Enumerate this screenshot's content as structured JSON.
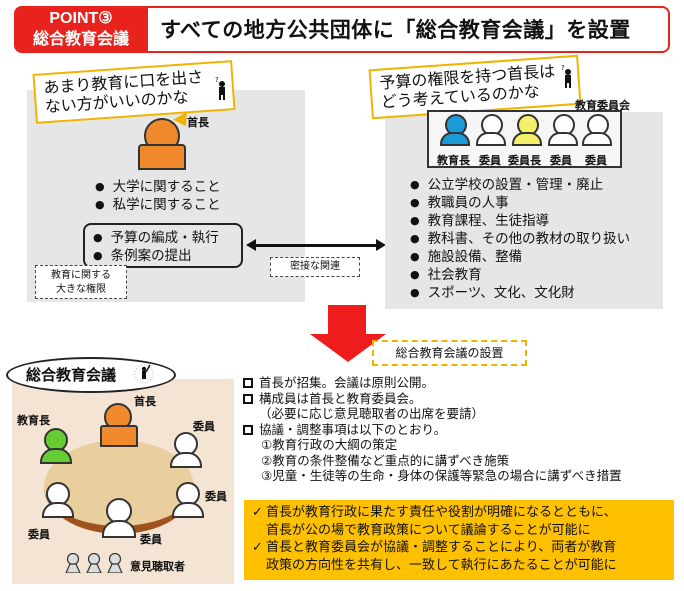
{
  "header": {
    "badge_line1": "POINT③",
    "badge_line2": "総合教育会議",
    "title": "すべての地方公共団体に「総合教育会議」を設置"
  },
  "colors": {
    "accent_red": "#e8231d",
    "bubble_border": "#f0b400",
    "panel_gray": "#e6e6e6",
    "result_bg": "#ffc000",
    "conference_bg": "#f4e4d4",
    "mayor_orange": "#f08a2c",
    "superintendent_blue": "#1a9ad6",
    "chair_yellow": "#f2ef6a",
    "superintendent_green": "#66cc33"
  },
  "left_panel": {
    "bubble_line1": "あまり教育に口を出さ",
    "bubble_line2": "ない方がいいのかな",
    "figure_label": "首長",
    "bullets": [
      "大学に関すること",
      "私学に関すること"
    ],
    "budget_bullets": [
      "予算の編成・執行",
      "条例案の提出"
    ],
    "power_note_line1": "教育に関する",
    "power_note_line2": "大きな権限"
  },
  "relation": {
    "label": "密接な関連"
  },
  "right_panel": {
    "bubble_line1": "予算の権限を持つ首長は",
    "bubble_line2": "どう考えているのかな",
    "board_title": "教育委員会",
    "members": [
      {
        "label": "教育長",
        "color": "#1a9ad6"
      },
      {
        "label": "委員",
        "color": "#ffffff"
      },
      {
        "label": "委員長",
        "color": "#f2ef6a"
      },
      {
        "label": "委員",
        "color": "#ffffff"
      },
      {
        "label": "委員",
        "color": "#ffffff"
      }
    ],
    "bullets": [
      "公立学校の設置・管理・廃止",
      "教職員の人事",
      "教育課程、生徒指導",
      "教科書、その他の教材の取り扱い",
      "施設設備、整備",
      "社会教育",
      "スポーツ、文化、文化財"
    ]
  },
  "transition": {
    "setup_label": "総合教育会議の設置"
  },
  "conference": {
    "title": "総合教育会議",
    "labels": {
      "mayor": "首長",
      "superintendent": "教育長",
      "member_top_right": "委員",
      "member_right": "委員",
      "member_bottom_left": "委員",
      "member_bottom": "委員",
      "observers": "意見聴取者"
    }
  },
  "details": {
    "items": [
      "首長が招集。会議は原則公開。",
      "構成員は首長と教育委員会。",
      "協議・調整事項は以下のとおり。"
    ],
    "note": "（必要に応じ意見聴取者の出席を要請）",
    "sub_items": [
      "①教育行政の大綱の策定",
      "②教育の条件整備など重点的に講ずべき施策",
      "③児童・生徒等の生命・身体の保護等緊急の場合に講ずべき措置"
    ]
  },
  "results": {
    "check_icon": "✓",
    "item1_line1": "首長が教育行政に果たす責任や役割が明確になるとともに、",
    "item1_line2": "首長が公の場で教育政策について議論することが可能に",
    "item2_line1": "首長と教育委員会が協議・調整することにより、両者が教育",
    "item2_line2": "政策の方向性を共有し、一致して執行にあたることが可能に"
  }
}
